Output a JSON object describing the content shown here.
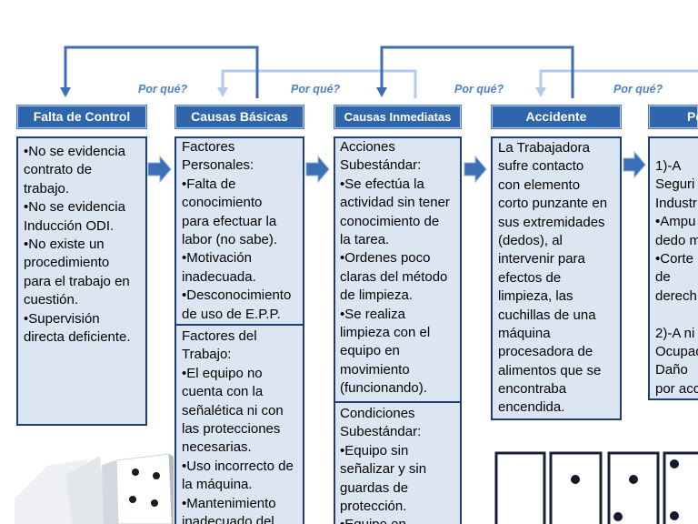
{
  "colors": {
    "header_fill": "#2f65ab",
    "box_fill": "#dce6f2",
    "box_border": "#1f3e74",
    "flow_arrow": "#3b70b7",
    "why_link_dark": "#3e6cb0",
    "why_link_light": "#b3caea",
    "why_label": "#4f81c3"
  },
  "why_labels": [
    "Por qué?",
    "Por qué?",
    "Por qué?",
    "Por qué?"
  ],
  "columns": [
    {
      "header": "Falta de Control",
      "lines": [
        "•No se evidencia",
        "contrato de",
        "trabajo.",
        "•No se evidencia",
        "Inducción ODI.",
        "•No existe un",
        "procedimiento",
        "para el trabajo en",
        "cuestión.",
        "•Supervisión",
        "directa deficiente."
      ]
    },
    {
      "header": "Causas Básicas",
      "factores_personales": [
        "Factores",
        "Personales:",
        "•Falta de",
        "conocimiento",
        "para efectuar la",
        "labor (no sabe).",
        "•Motivación",
        "inadecuada.",
        "•Desconocimiento",
        "de uso de E.P.P."
      ],
      "factores_del_trabajo": [
        "Factores del",
        "Trabajo:",
        "•El equipo no",
        "cuenta con la",
        "señalética ni con",
        "las protecciones",
        "necesarias.",
        "•Uso incorrecto de",
        "la máquina.",
        "•Mantenimiento",
        "inadecuado del"
      ]
    },
    {
      "header": "Causas Inmediatas",
      "acciones_subestandar": [
        "Acciones",
        "Subestándar:",
        "•Se efectúa la",
        "actividad sin tener",
        "conocimiento de",
        "la tarea.",
        "•Ordenes poco",
        "claras del método",
        "de limpieza.",
        "•Se realiza",
        "limpieza con el",
        "equipo en",
        "movimiento",
        "(funcionando)."
      ],
      "condiciones_subestandar": [
        "Condiciones",
        "Subestándar:",
        "•Equipo sin",
        "señalizar y sin",
        "guardas de",
        "protección.",
        "•Equipo en"
      ]
    },
    {
      "header": "Accidente",
      "lines": [
        "La Trabajadora",
        "sufre contacto",
        "con elemento",
        "corto punzante en",
        "sus extremidades",
        "(dedos), al",
        "intervenir para",
        "efectos de",
        "limpieza, las",
        "cuchillas de una",
        "máquina",
        "procesadora de",
        "alimentos que se",
        "encontraba",
        "encendida."
      ]
    },
    {
      "header": "Pe",
      "lines": [
        "1)-A",
        "Seguri",
        "Industr",
        "•Ampu",
        "dedo m",
        "•Corte",
        "de",
        "derech"
      ],
      "lines_continued": [
        "2)-A ni",
        "Ocupac",
        "Daño",
        "por acc"
      ]
    }
  ]
}
